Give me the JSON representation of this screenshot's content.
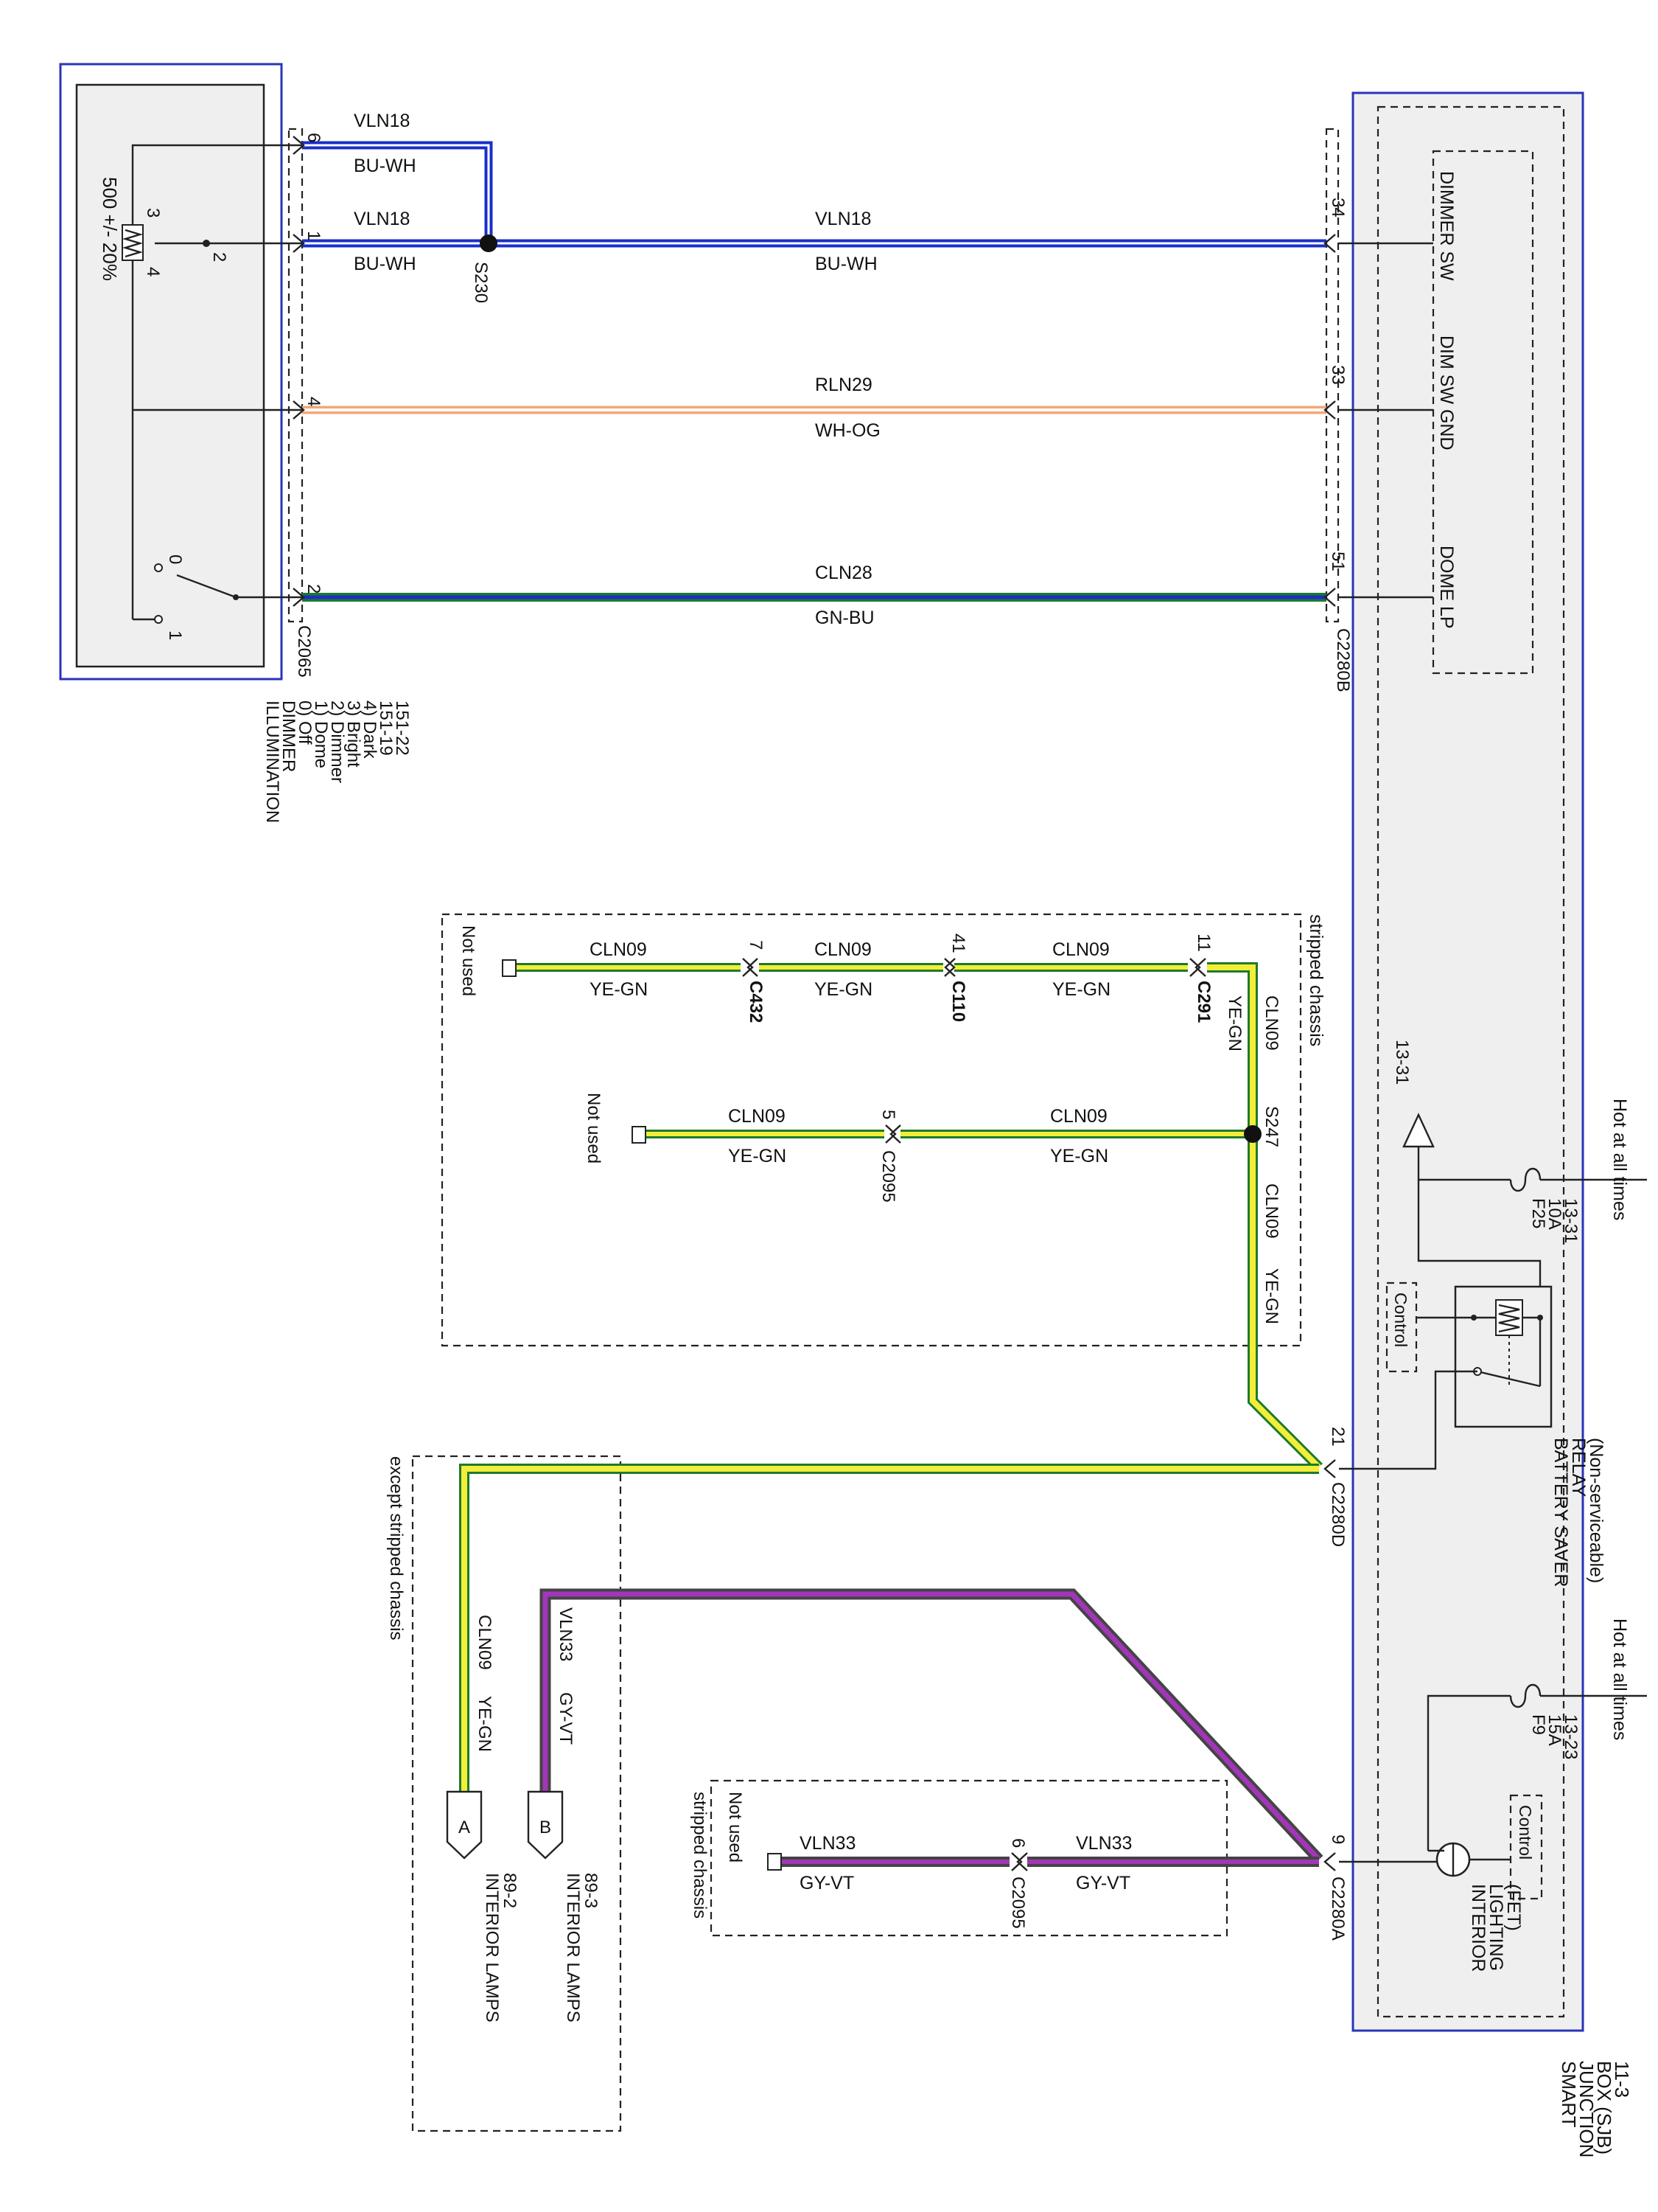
{
  "colors": {
    "blue": "#1a2fc8",
    "white": "#ffffff",
    "green": "#1e7a2c",
    "yellow": "#f2ee3a",
    "orange": "#f3a774",
    "violet": "#a236b8",
    "gray": "#555555",
    "module_fill": "#efefef",
    "module_border": "#2a34b8"
  },
  "dimmer": {
    "label_lines": [
      "ILLUMINATION",
      "DIMMER",
      "0) Off",
      "1) Dome",
      "2) Dimmer",
      "3) Bright",
      "4) Dark",
      "151-19",
      "151-22"
    ],
    "resistance": "500 +/- 20%",
    "pot_pins": {
      "p3": "3",
      "p4": "4",
      "p2": "2"
    },
    "switch_pins": {
      "p0": "0",
      "p1": "1"
    },
    "connector": "C2065"
  },
  "sjb": {
    "label_lines": [
      "SMART",
      "JUNCTION",
      "BOX (SJB)",
      "11-3"
    ],
    "dimmer_sw": "DIMMER SW",
    "dim_sw_gnd": "DIM SW GND",
    "dome_lp": "DOME LP",
    "connector_b": "C2280B",
    "connector_d": "C2280D",
    "connector_a": "C2280A",
    "hot1": "Hot at all times",
    "hot2": "Hot at all times",
    "fuse25": {
      "name": "F25",
      "rating": "10A",
      "ref": "13-31"
    },
    "fuse9": {
      "name": "F9",
      "rating": "15A",
      "ref": "13-23"
    },
    "ref_13_31": "13-31",
    "relay_lines": [
      "BATTERY SAVER",
      "RELAY",
      "(Non-serviceable)"
    ],
    "control1": "Control",
    "control2": "Control",
    "fet_lines": [
      "INTERIOR",
      "LIGHTING",
      "(FET)"
    ]
  },
  "wires": {
    "w1": {
      "pin_left": "6",
      "circuit": "VLN18",
      "color": "BU-WH"
    },
    "w2": {
      "pin_left": "1",
      "pin_right": "34",
      "circuit_left": "VLN18",
      "color_left": "BU-WH",
      "circuit_right": "VLN18",
      "color_right": "BU-WH",
      "splice": "S230"
    },
    "w3": {
      "pin_left": "4",
      "pin_right": "33",
      "circuit": "RLN29",
      "color": "WH-OG"
    },
    "w4": {
      "pin_left": "2",
      "pin_right": "51",
      "circuit": "CLN28",
      "color": "GN-BU"
    }
  },
  "stripped": {
    "title": "stripped chassis",
    "top_row": [
      {
        "circuit": "CLN09",
        "color": "YE-GN",
        "pin": "11",
        "conn": "C291"
      },
      {
        "circuit": "CLN09",
        "color": "YE-GN",
        "pin": "41",
        "conn": "C110"
      },
      {
        "circuit": "CLN09",
        "color": "YE-GN",
        "pin": "7",
        "conn": "C432"
      }
    ],
    "not_used_top": "Not used",
    "second_row": [
      {
        "circuit": "CLN09",
        "color": "YE-GN"
      },
      {
        "circuit": "CLN09",
        "color": "YE-GN",
        "pin": "5",
        "conn": "C2095"
      }
    ],
    "not_used_second": "Not used",
    "riser_upper": {
      "circuit": "CLN09",
      "color": "YE-GN"
    },
    "riser_lower": {
      "circuit": "CLN09",
      "color": "YE-GN"
    },
    "splice": "S247"
  },
  "c2280d_pin": "21",
  "c2280a_pin": "9",
  "except": {
    "title": "except stripped chassis",
    "wire_a": {
      "circuit": "CLN09",
      "color": "YE-GN",
      "letter": "A",
      "dest": "INTERIOR LAMPS",
      "ref": "89-2"
    },
    "wire_b": {
      "circuit": "VLN33",
      "color": "GY-VT",
      "letter": "B",
      "dest": "INTERIOR LAMPS",
      "ref": "89-3"
    }
  },
  "bottom_stripped": {
    "title_line1": "Not used",
    "title_line2": "stripped chassis",
    "left": {
      "circuit": "VLN33",
      "color": "GY-VT"
    },
    "right": {
      "circuit": "VLN33",
      "color": "GY-VT"
    },
    "pin": "6",
    "conn": "C2095"
  }
}
